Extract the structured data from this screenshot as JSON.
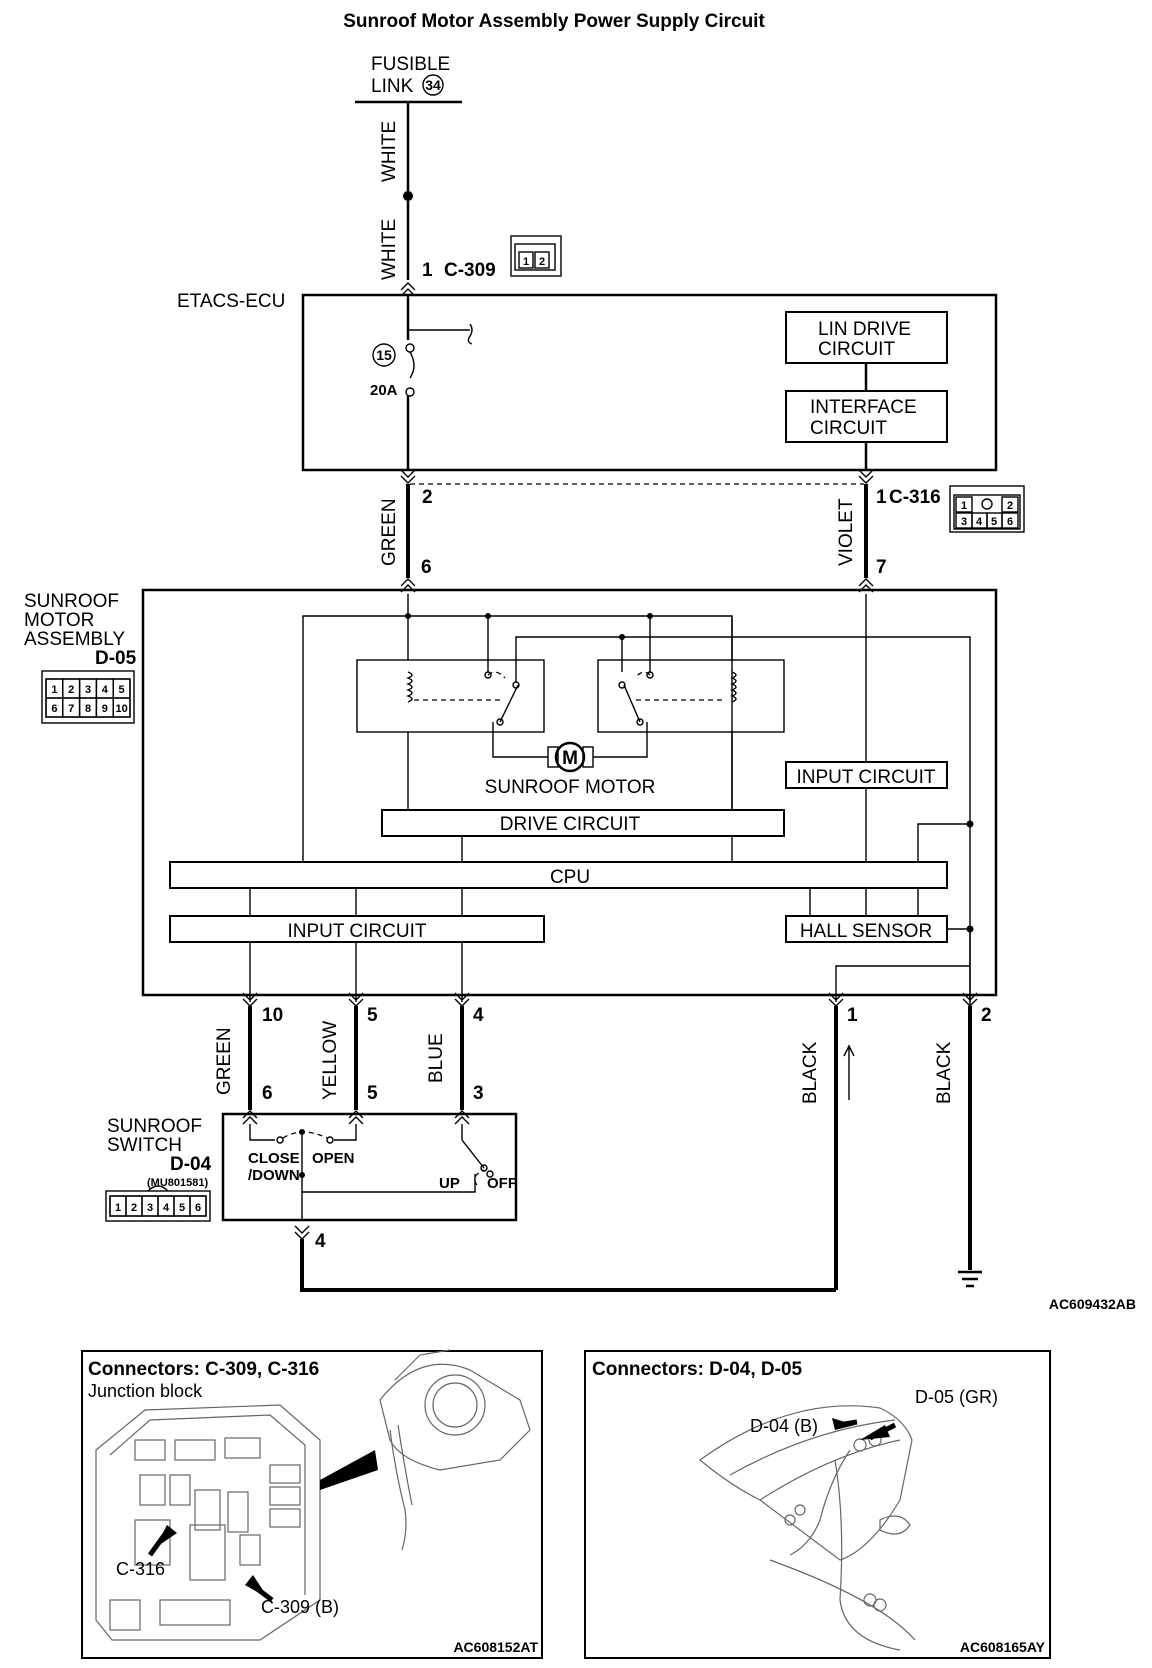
{
  "title": "Sunroof Motor Assembly Power Supply Circuit",
  "fusible_link": {
    "line1": "FUSIBLE",
    "line2": "LINK",
    "number": "34"
  },
  "wires": {
    "white_top": "WHITE",
    "white_bottom": "WHITE",
    "green_etacs": "GREEN",
    "violet": "VIOLET",
    "green_switch": "GREEN",
    "yellow": "YELLOW",
    "blue": "BLUE",
    "black_1": "BLACK",
    "black_2": "BLACK"
  },
  "etacs": {
    "label": "ETACS-ECU",
    "fuse_number": "15",
    "fuse_rating": "20A",
    "lin_drive": [
      "LIN DRIVE",
      "CIRCUIT"
    ],
    "interface": [
      "INTERFACE",
      "CIRCUIT"
    ]
  },
  "connectors": {
    "c309": {
      "pin": "1",
      "name": "C-309",
      "pins": [
        "1",
        "2"
      ]
    },
    "c316": {
      "pin": "1",
      "name": "C-316",
      "pins_top": [
        "1",
        "2"
      ],
      "pins_bottom": [
        "3",
        "4",
        "5",
        "6"
      ]
    },
    "d05_pins_top": [
      "1",
      "2",
      "3",
      "4",
      "5"
    ],
    "d05_pins_bottom": [
      "6",
      "7",
      "8",
      "9",
      "10"
    ],
    "d04_pins": [
      "1",
      "2",
      "3",
      "4",
      "5",
      "6"
    ]
  },
  "pins": {
    "etacs_green": "2",
    "motor_green": "6",
    "motor_violet": "7",
    "motor_green_out": "10",
    "motor_yellow": "5",
    "motor_blue": "4",
    "motor_black_1": "1",
    "motor_black_2": "2",
    "switch_green": "6",
    "switch_yellow": "5",
    "switch_blue": "3",
    "switch_ground": "4"
  },
  "motor_assembly": {
    "label": [
      "SUNROOF",
      "MOTOR",
      "ASSEMBLY"
    ],
    "connector": "D-05",
    "motor_symbol": "M",
    "motor_label": "SUNROOF MOTOR",
    "drive_circuit": "DRIVE CIRCUIT",
    "cpu": "CPU",
    "input_circuit_left": "INPUT CIRCUIT",
    "input_circuit_right": "INPUT CIRCUIT",
    "hall_sensor": "HALL SENSOR"
  },
  "sunroof_switch": {
    "label": [
      "SUNROOF",
      "SWITCH"
    ],
    "connector": "D-04",
    "part_number": "(MU801581)",
    "close_down": [
      "CLOSE",
      "/DOWN"
    ],
    "open": "OPEN",
    "up": "UP",
    "off": "OFF"
  },
  "diagram_code": "AC609432AB",
  "panel_left": {
    "title": "Connectors: C-309, C-316",
    "subtitle": "Junction block",
    "callout_c316": "C-316",
    "callout_c309": "C-309 (B)",
    "code": "AC608152AT"
  },
  "panel_right": {
    "title": "Connectors: D-04, D-05",
    "callout_d05": "D-05 (GR)",
    "callout_d04": "D-04 (B)",
    "code": "AC608165AY"
  }
}
